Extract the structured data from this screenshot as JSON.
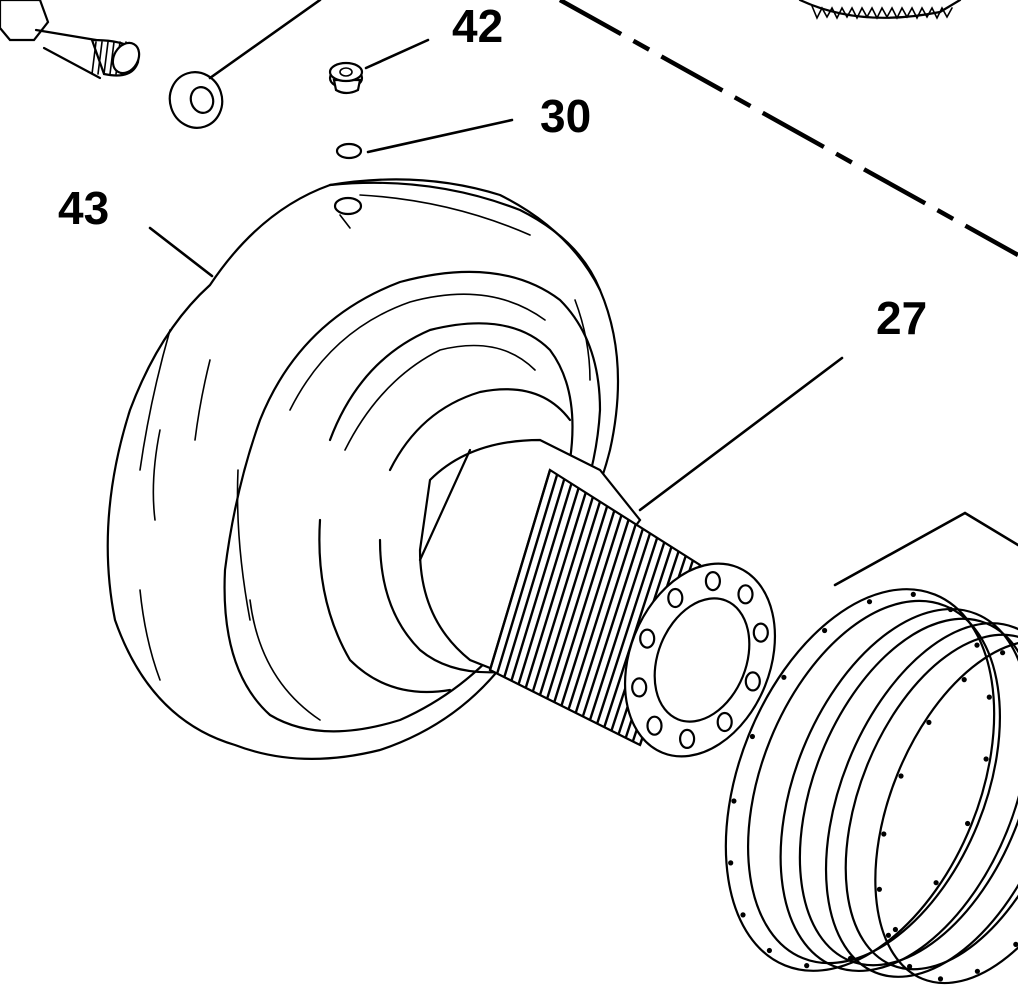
{
  "callouts": {
    "c42": "42",
    "c30": "30",
    "c43": "43",
    "c27": "27"
  },
  "colors": {
    "line": "#000000",
    "background": "#ffffff"
  }
}
